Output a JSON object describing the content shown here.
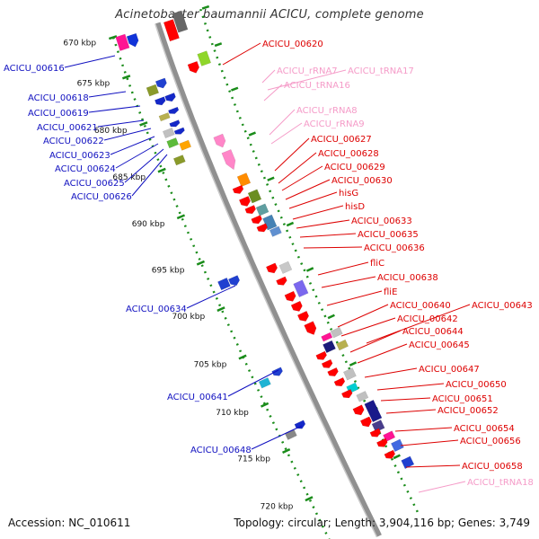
{
  "title": "Acinetobacter baumannii ACICU, complete genome",
  "footer": {
    "accession": "Accession: NC_010611",
    "summary": "Topology: circular; Length: 3,904,116 bp; Genes: 3,749"
  },
  "colors": {
    "backbone": "#909090",
    "tick_dots": "#1a8c1a",
    "tick_dash": "#1a8c1a",
    "forward_label": "#1010c0",
    "reverse_label": "#dd0000",
    "rna_label": "#f59bc8"
  },
  "kbp_ticks": [
    "670 kbp",
    "675 kbp",
    "680 kbp",
    "685 kbp",
    "690 kbp",
    "695 kbp",
    "700 kbp",
    "705 kbp",
    "710 kbp",
    "715 kbp",
    "720 kbp"
  ],
  "left_labels": [
    "ACICU_00616",
    "ACICU_00618",
    "ACICU_00619",
    "ACICU_00621",
    "ACICU_00622",
    "ACICU_00623",
    "ACICU_00624",
    "ACICU_00625",
    "ACICU_00626",
    "ACICU_00634",
    "ACICU_00641",
    "ACICU_00648"
  ],
  "right_labels": [
    "ACICU_00620",
    "ACICU_rRNA7",
    "ACICU_tRNA17",
    "ACICU_tRNA16",
    "ACICU_rRNA8",
    "ACICU_rRNA9",
    "ACICU_00627",
    "ACICU_00628",
    "ACICU_00629",
    "ACICU_00630",
    "hisG",
    "hisD",
    "ACICU_00633",
    "ACICU_00635",
    "ACICU_00636",
    "fliC",
    "ACICU_00638",
    "fliE",
    "ACICU_00640",
    "ACICU_00643",
    "ACICU_00642",
    "ACICU_00644",
    "ACICU_00645",
    "ACICU_00647",
    "ACICU_00650",
    "ACICU_00651",
    "ACICU_00652",
    "ACICU_00654",
    "ACICU_00656",
    "ACICU_00658",
    "ACICU_tRNA18"
  ]
}
